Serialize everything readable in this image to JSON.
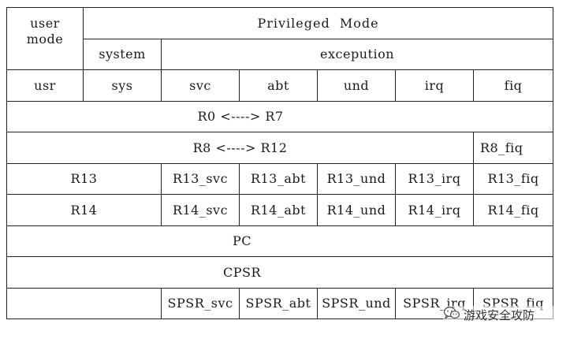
{
  "header": {
    "user_mode": "user\nmode",
    "privileged_mode": "Privileged  Mode",
    "system": "system",
    "exception": "excepution"
  },
  "modes": [
    "usr",
    "sys",
    "svc",
    "abt",
    "und",
    "irq",
    "fiq"
  ],
  "rows": {
    "r0_r7": "R0 <----> R7",
    "r8_r12": "R8 <----> R12",
    "r8_fiq": "R8_fiq",
    "r13": {
      "shared": "R13",
      "banked": [
        "R13_svc",
        "R13_abt",
        "R13_und",
        "R13_irq",
        "R13_fiq"
      ]
    },
    "r14": {
      "shared": "R14",
      "banked": [
        "R14_svc",
        "R14_abt",
        "R14_und",
        "R14_irq",
        "R14_fiq"
      ]
    },
    "pc": "PC",
    "cpsr": "CPSR",
    "spsr": {
      "shared": "",
      "banked": [
        "SPSR_svc",
        "SPSR_abt",
        "SPSR_und",
        "SPSR_irq",
        "SPSR_fiq"
      ]
    }
  },
  "watermark": {
    "text": "游戏安全攻防",
    "icon": "wechat-icon"
  }
}
